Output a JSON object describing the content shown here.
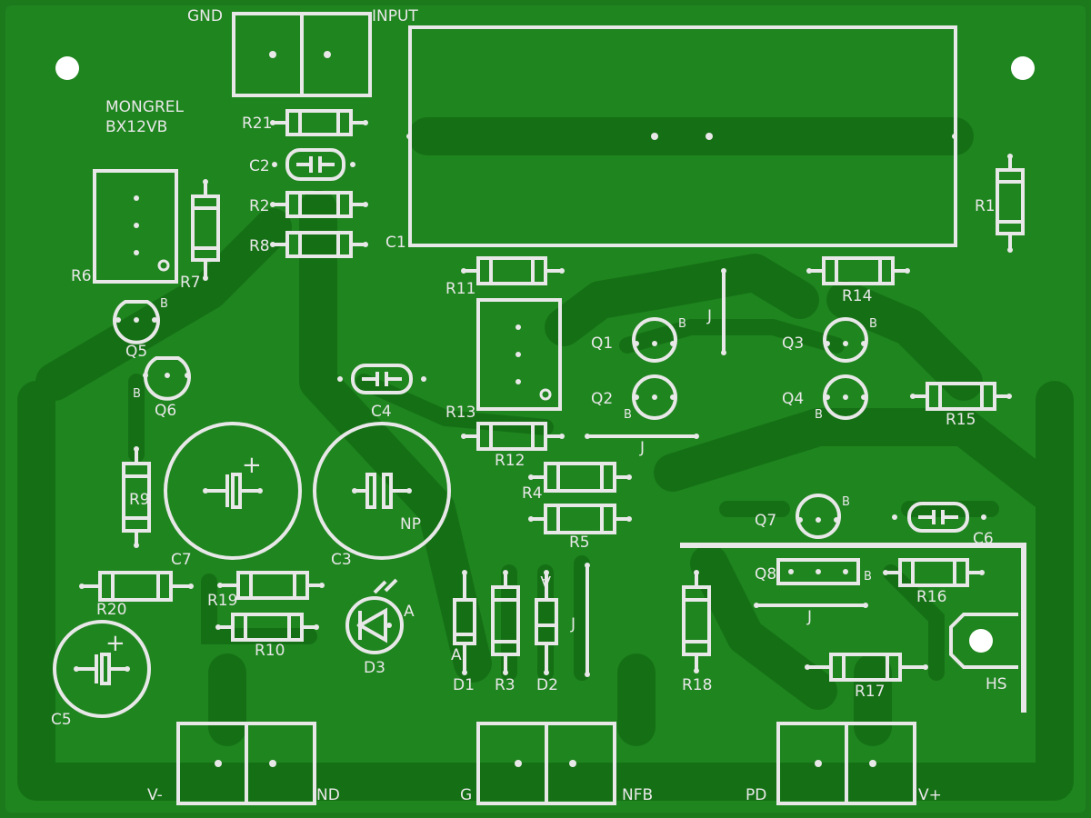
{
  "board": {
    "colors": {
      "copper": "#1c7a1c",
      "fill": "#1f851f",
      "trace": "#157015",
      "silk": "#e8e8e8"
    },
    "title": "MONGREL",
    "subtitle": "BX12VB"
  },
  "connectors": {
    "top_left": "GND",
    "top_right": "INPUT",
    "bottom1_left": "V-",
    "bottom1_right": "ND",
    "bottom2_left": "G",
    "bottom2_right": "NFB",
    "bottom3_left": "PD",
    "bottom3_right": "V+"
  },
  "refs": {
    "R1": "R1",
    "R2": "R2",
    "R3": "R3",
    "R4": "R4",
    "R5": "R5",
    "R6": "R6",
    "R7": "R7",
    "R8": "R8",
    "R9": "R9",
    "R10": "R10",
    "R11": "R11",
    "R12": "R12",
    "R13": "R13",
    "R14": "R14",
    "R15": "R15",
    "R16": "R16",
    "R17": "R17",
    "R18": "R18",
    "R19": "R19",
    "R20": "R20",
    "R21": "R21",
    "C1": "C1",
    "C2": "C2",
    "C3": "C3",
    "C4": "C4",
    "C5": "C5",
    "C6": "C6",
    "C7": "C7",
    "Q1": "Q1",
    "Q2": "Q2",
    "Q3": "Q3",
    "Q4": "Q4",
    "Q5": "Q5",
    "Q6": "Q6",
    "Q7": "Q7",
    "Q8": "Q8",
    "D1": "D1",
    "D2": "D2",
    "D3": "D3",
    "HS": "HS",
    "NP": "NP"
  },
  "marks": {
    "base": "B",
    "anode": "A",
    "jumper": "J",
    "plus": "+"
  }
}
